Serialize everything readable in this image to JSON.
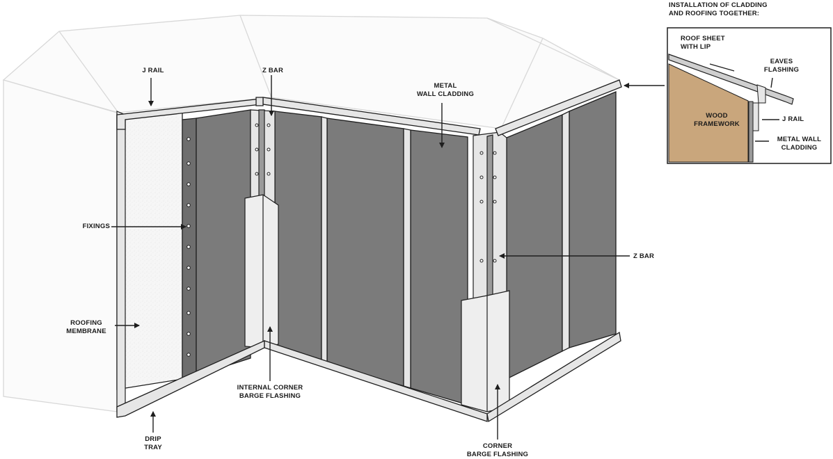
{
  "labels": {
    "j_rail": "J RAIL",
    "z_bar_top": "Z BAR",
    "metal_wall_cladding": "METAL\nWALL CLADDING",
    "fixings": "FIXINGS",
    "roofing_membrane": "ROOFING\nMEMBRANE",
    "drip_tray": "DRIP\nTRAY",
    "internal_corner_barge_flashing": "INTERNAL CORNER\nBARGE FLASHING",
    "z_bar_right": "Z BAR",
    "corner_barge_flashing": "CORNER\nBARGE FLASHING"
  },
  "inset": {
    "title": "INSTALLATION OF CLADDING\nAND ROOFING TOGETHER:",
    "roof_sheet_with_lip": "ROOF SHEET\nWITH LIP",
    "eaves_flashing": "EAVES\nFLASHING",
    "wood_framework": "WOOD\nFRAMEWORK",
    "j_rail": "J RAIL",
    "metal_wall_cladding": "METAL WALL\nCLADDING"
  },
  "colors": {
    "panel": "#7b7b7b",
    "frame": "#e6e6e6",
    "membrane": "#f4f4f4",
    "wood": "#c9a67c",
    "roof_outline": "#d9d9d9",
    "line": "#1e1e1e"
  }
}
